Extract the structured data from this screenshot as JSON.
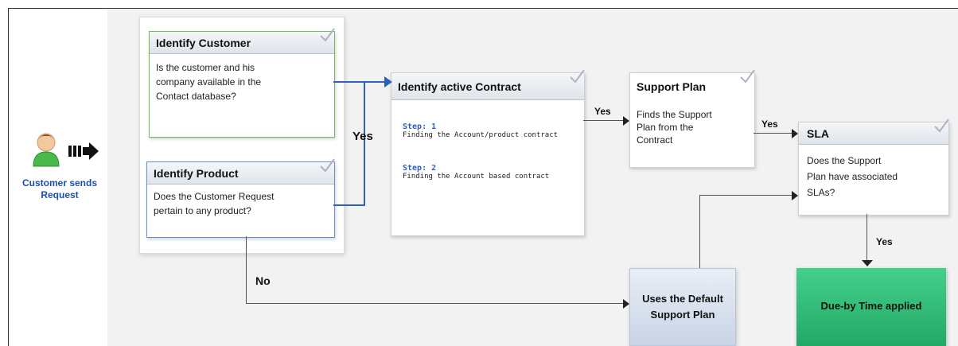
{
  "customer": {
    "label_line1": "Customer sends",
    "label_line2": "Request"
  },
  "identify_customer": {
    "title": "Identify Customer",
    "body_lines": [
      "Is the customer and his",
      "company available in the",
      "Contact database?"
    ]
  },
  "identify_product": {
    "title": "Identify Product",
    "body_lines": [
      "Does the Customer Request",
      "pertain to any product?"
    ]
  },
  "identify_contract": {
    "title": "Identify active Contract",
    "step1_title": "Step: 1",
    "step1_desc": "Finding the Account/product contract",
    "step2_title": "Step: 2",
    "step2_desc": "Finding the Account based contract"
  },
  "support_plan": {
    "title": "Support Plan",
    "body_lines": [
      "Finds the Support",
      "Plan from the",
      "Contract"
    ]
  },
  "sla": {
    "title": "SLA",
    "body_lines": [
      "Does the Support",
      "Plan have associated",
      "SLAs?"
    ]
  },
  "default_plan": {
    "line1": "Uses the Default",
    "line2": "Support Plan"
  },
  "due_by": {
    "label": "Due-by Time applied"
  },
  "edges": {
    "yes_1": "Yes",
    "yes_2": "Yes",
    "yes_3": "Yes",
    "yes_4": "Yes",
    "no": "No"
  },
  "colors": {
    "accent_blue": "#2f62b7",
    "green_box": "#2fbf75",
    "customer_green": "#4bb84b"
  }
}
